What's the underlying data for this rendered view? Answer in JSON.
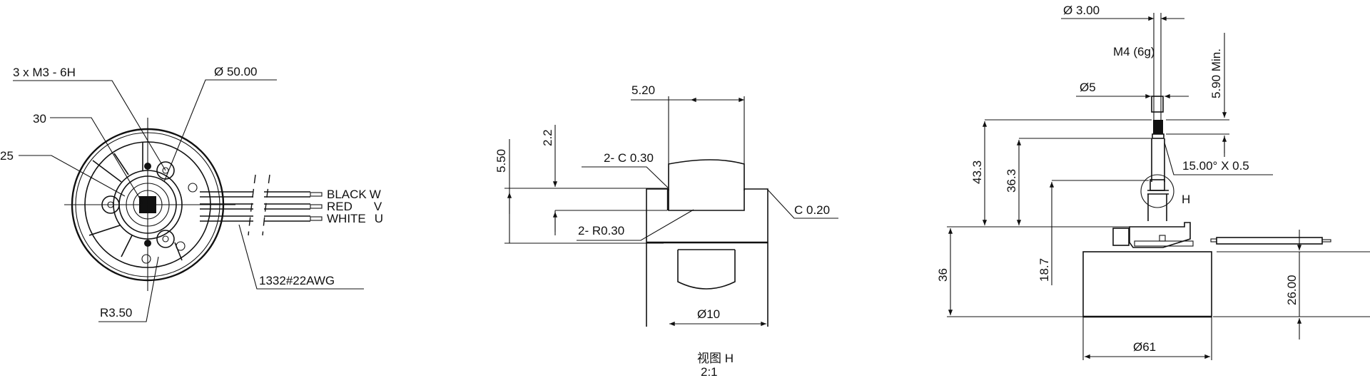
{
  "drawing": {
    "title": "Motor dimension drawing",
    "line_color": "#111111",
    "background": "#ffffff"
  },
  "front_view": {
    "labels": {
      "thread_holes": "3 x M3 - 6H",
      "outer_diameter": "Ø 50.00",
      "pcd_30": "30",
      "pcd_25": "25",
      "radius": "R3.50",
      "cable_spec": "1332#22AWG"
    },
    "wires": [
      {
        "color": "BLACK",
        "phase": "W"
      },
      {
        "color": "RED",
        "phase": "V"
      },
      {
        "color": "WHITE",
        "phase": "U"
      }
    ]
  },
  "detail_view": {
    "labels": {
      "width_520": "5.20",
      "height_550": "5.50",
      "height_22": "2.2",
      "chamfer_030": "2- C 0.30",
      "radius_030": "2- R0.30",
      "chamfer_020": "C 0.20",
      "diameter_10": "Ø10"
    },
    "caption": {
      "view_name": "视图 H",
      "scale": "2:1"
    }
  },
  "side_view": {
    "labels": {
      "shaft_dia": "Ø 3.00",
      "thread": "M4 (6g)",
      "min_len": "5.90  Min.",
      "dia_5": "Ø5",
      "chamfer": "15.00°    X  0.5",
      "detail_marker": "H",
      "h_433": "43.3",
      "h_363": "36.3",
      "h_187": "18.7",
      "h_36": "36",
      "h_2600": "26.00",
      "dia_61": "Ø61"
    }
  }
}
